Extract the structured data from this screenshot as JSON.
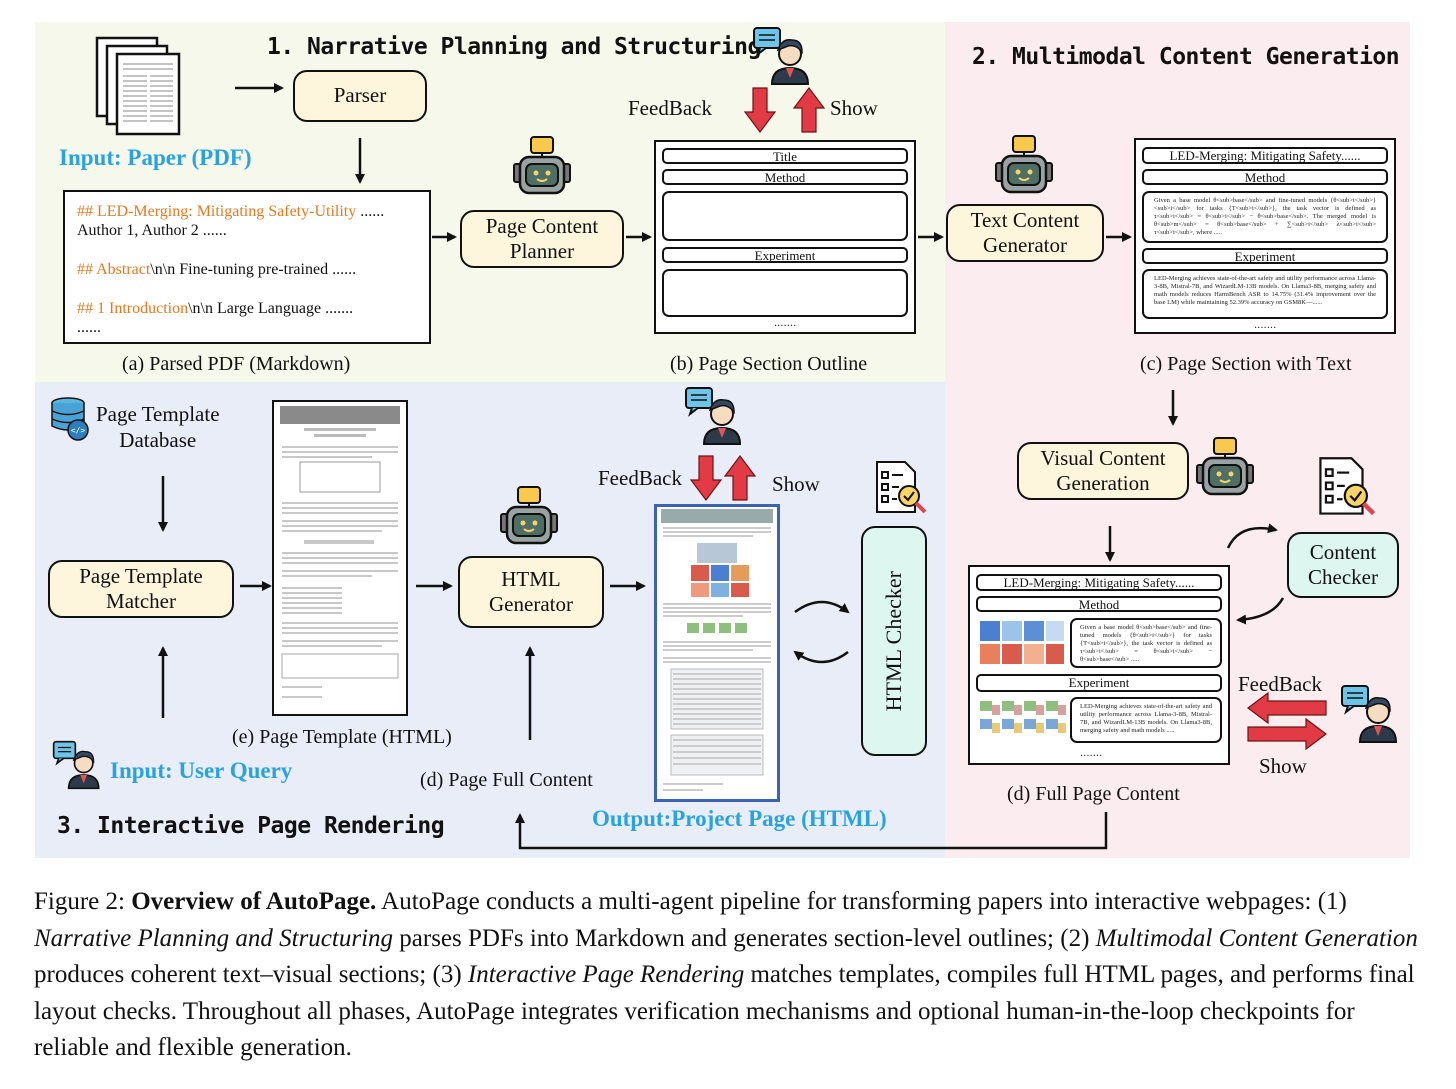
{
  "phases": {
    "p1": "1. Narrative Planning and Structuring",
    "p2": "2. Multimodal Content Generation",
    "p3": "3. Interactive Page Rendering"
  },
  "inputs": {
    "paper": "Input: Paper (PDF)",
    "query": "Input: User Query"
  },
  "output": "Output:Project Page (HTML)",
  "agents": {
    "parser": "Parser",
    "planner_l1": "Page Content",
    "planner_l2": "Planner",
    "textgen_l1": "Text Content",
    "textgen_l2": "Generator",
    "visual_l1": "Visual Content",
    "visual_l2": "Generation",
    "content_checker_l1": "Content",
    "content_checker_l2": "Checker",
    "matcher_l1": "Page Template",
    "matcher_l2": "Matcher",
    "htmlgen_l1": "HTML",
    "htmlgen_l2": "Generator",
    "html_checker": "HTML  Checker"
  },
  "database": {
    "l1": "Page Template",
    "l2": "Database"
  },
  "feedback": "FeedBack",
  "show": "Show",
  "markdown": {
    "line1_hash": "## LED-Merging: Mitigating Safety-Utility",
    "line1_tail": " ......",
    "line2": "Author 1, Author 2 ......",
    "line3_hash": "## Abstract",
    "line3_tail": "\\n\\n Fine-tuning pre-trained ......",
    "line4_hash": "## 1 Introduction",
    "line4_tail": "\\n\\n Large Language .......",
    "line5": "......"
  },
  "outline": {
    "title": "Title",
    "method": "Method",
    "experiment": "Experiment",
    "dots": "......."
  },
  "section_text": {
    "title": "LED-Merging: Mitigating Safety......",
    "method": "Method",
    "method_body": "Given a base model θ<sub>base</sub> and fine-tuned models {θ<sub>i</sub>}<sub>i</sub> for tasks {T<sub>i</sub>}, the task vector is defined as τ<sub>i</sub> = θ<sub>i</sub> − θ<sub>base</sub>. The merged model is θ<sub>m</sub> = θ<sub>base</sub> + ∑<sub>i</sub> λ<sub>i</sub> τ<sub>i</sub>, where .....",
    "experiment": "Experiment",
    "exp_body": "LED-Merging achieves state-of-the-art safety and utility performance across Llama-3-8B, Mistral-7B, and WizardLM-13B models. On Llama3-8B, merging safety and math models reduces HarmBench ASR to 14.75% (31.4% improvement over the base LM) while maintaining 52.39% accuracy on GSM8K—......",
    "dots": "......."
  },
  "full_page": {
    "title": "LED-Merging: Mitigating Safety......",
    "method": "Method",
    "method_body": "Given a base model θ<sub>base</sub> and fine-tuned models {θ<sub>i</sub>} for tasks {T<sub>i</sub>}, the task vector is defined as τ<sub>i</sub> = θ<sub>i</sub> − θ<sub>base</sub> .....",
    "experiment": "Experiment",
    "exp_body": "LED-Merging achieves state-of-the-art safety and utility performance across Llama-3-8B, Mistral-7B, and WizardLM-13B models. On Llama3-8B, merging safety and math models .....",
    "dots": "......."
  },
  "captions": {
    "a": "(a) Parsed PDF (Markdown)",
    "b": "(b) Page Section Outline",
    "c": "(c) Page Section with Text",
    "d_full": "(d) Full Page Content",
    "d_page": "(d) Page Full Content",
    "e": "(e) Page Template (HTML)"
  },
  "figure_caption": {
    "prefix": "Figure 2: ",
    "bold": "Overview of AutoPage.",
    "t1": " AutoPage conducts a multi-agent pipeline for transforming papers into interactive webpages: (1) ",
    "i1": "Narrative Planning and Structuring",
    "t2": " parses PDFs into Markdown and generates section-level outlines; (2) ",
    "i2": "Multimodal Content Generation",
    "t3": " produces coherent text–visual sections; (3) ",
    "i3": "Interactive Page Rendering",
    "t4": " matches templates, compiles full HTML pages, and performs final layout checks. Throughout all phases, AutoPage integrates verification mechanisms and optional human-in-the-loop checkpoints for reliable and flexible generation."
  },
  "colors": {
    "panel1": "#f7f8ec",
    "panel2": "#fbecef",
    "panel3": "#e8edf8",
    "input_blue": "#29a3de",
    "arrow_red": "#e23b45",
    "md_orange": "#e07b22"
  }
}
